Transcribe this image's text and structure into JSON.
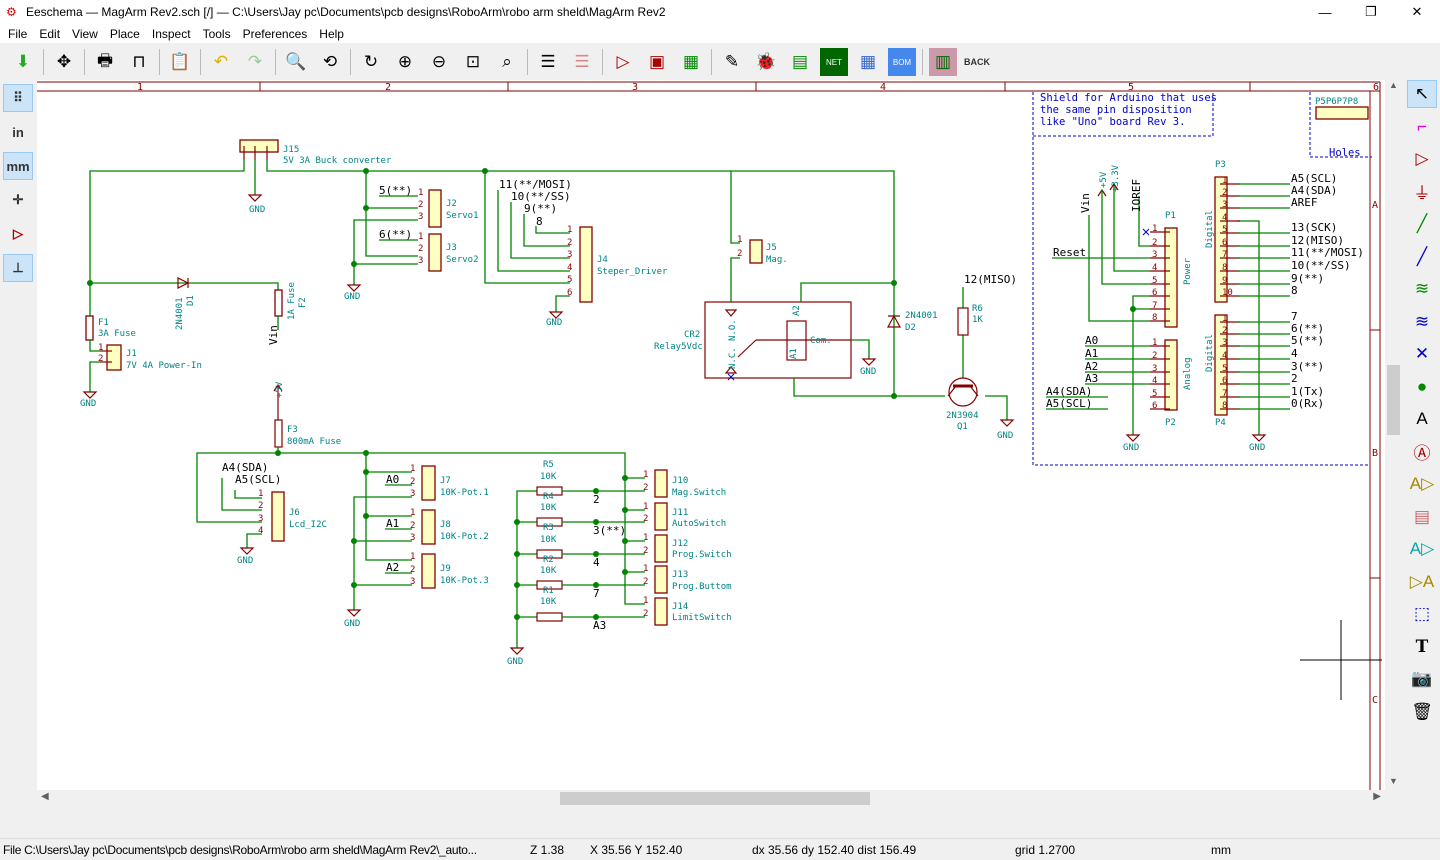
{
  "window": {
    "title": "Eeschema — MagArm Rev2.sch [/] — C:\\Users\\Jay pc\\Documents\\pcb designs\\RoboArm\\robo arm sheld\\MagArm Rev2",
    "minimize": "—",
    "maximize": "❐",
    "close": "✕"
  },
  "menu": [
    "File",
    "Edit",
    "View",
    "Place",
    "Inspect",
    "Tools",
    "Preferences",
    "Help"
  ],
  "toolbar": {
    "back_label": "BACK",
    "net_label": "NET",
    "bom_label": "BOM"
  },
  "left_toolbar": {
    "units_in": "in",
    "units_mm": "mm"
  },
  "ruler": {
    "cols": [
      "1",
      "2",
      "3",
      "4",
      "5",
      "6"
    ],
    "rows": [
      "A",
      "B",
      "C"
    ]
  },
  "sch": {
    "j15_ref": "J15",
    "j15_val": "5V 3A Buck converter",
    "gnd": "GND",
    "d1_ref": "D1",
    "d1_val": "2N4001",
    "f1_ref": "F1",
    "f1_val": "3A Fuse",
    "f2_ref": "F2",
    "f2_val": "1A Fuse",
    "vin": "Vin",
    "j1_ref": "J1",
    "j1_val": "7V 4A Power-In",
    "j2_ref": "J2",
    "j2_val": "Servo1",
    "j3_ref": "J3",
    "j3_val": "Servo2",
    "lbl_5": "5(**)",
    "lbl_6": "6(**)",
    "j4_ref": "J4",
    "j4_val": "Steper_Driver",
    "lbl_11": "11(**/MOSI)",
    "lbl_10": "10(**/SS)",
    "lbl_9": "9(**)",
    "lbl_8": "8",
    "j5_ref": "J5",
    "j5_val": "Mag.",
    "cr2_ref": "CR2",
    "cr2_val": "Relay5Vdc",
    "com": "Com.",
    "nc": "N.C.",
    "no": "N.O.",
    "a1": "A1",
    "a2": "A2",
    "d2_ref": "D2",
    "d2_val": "2N4001",
    "r6_ref": "R6",
    "r6_val": "1K",
    "lbl_12": "12(MISO)",
    "q1_ref": "Q1",
    "q1_val": "2N3904",
    "plus5v": "+5V",
    "plus33v": "+3.3V",
    "f3_ref": "F3",
    "f3_val": "800mA Fuse",
    "j6_ref": "J6",
    "j6_val": "Lcd_I2C",
    "lbl_a4": "A4(SDA)",
    "lbl_a5": "A5(SCL)",
    "j7_ref": "J7",
    "j7_val": "10K-Pot.1",
    "j8_ref": "J8",
    "j8_val": "10K-Pot.2",
    "j9_ref": "J9",
    "j9_val": "10K-Pot.3",
    "lbl_a0": "A0",
    "lbl_a1": "A1",
    "lbl_a2": "A2",
    "lbl_a3": "A3",
    "r5_ref": "R5",
    "r4_ref": "R4",
    "r3_ref": "R3",
    "r2_ref": "R2",
    "r1_ref": "R1",
    "r_val": "10K",
    "lbl_2": "2",
    "lbl_3": "3(**)",
    "lbl_4": "4",
    "lbl_7": "7",
    "j10_ref": "J10",
    "j10_val": "Mag.Switch",
    "j11_ref": "J11",
    "j11_val": "AutoSwitch",
    "j12_ref": "J12",
    "j12_val": "Prog.Switch",
    "j13_ref": "J13",
    "j13_val": "Prog.Buttom",
    "j14_ref": "J14",
    "j14_val": "LimitSwitch",
    "note": [
      "Shield for Arduino that uses",
      "the same pin disposition",
      "like \"Uno\" board Rev 3."
    ],
    "holes": "Holes",
    "p5p8": "P5P6P7P8",
    "p1": "P1",
    "p2": "P2",
    "p3": "P3",
    "p4": "P4",
    "power": "Power",
    "analog": "Analog",
    "digital": "Digital",
    "ioref": "IOREF",
    "reset": "Reset",
    "p3_labels": [
      "A5(SCL)",
      "A4(SDA)",
      "AREF",
      "",
      "13(SCK)",
      "12(MISO)",
      "11(**/MOSI)",
      "10(**/SS)",
      "9(**)",
      "8"
    ],
    "p4_labels": [
      "7",
      "6(**)",
      "5(**)",
      "4",
      "3(**)",
      "2",
      "1(Tx)",
      "0(Rx)"
    ]
  },
  "status": {
    "file": "File C:\\Users\\Jay pc\\Documents\\pcb designs\\RoboArm\\robo arm sheld\\MagArm Rev2\\_auto...",
    "zoom": "Z 1.38",
    "xy": "X 35.56  Y 152.40",
    "dxy": "dx 35.56  dy 152.40  dist 156.49",
    "grid": "grid 1.2700",
    "units": "mm"
  }
}
